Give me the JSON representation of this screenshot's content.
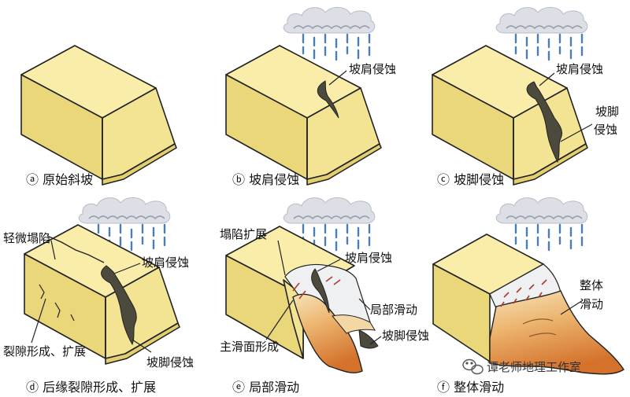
{
  "colors": {
    "rock_top": "#f9eda9",
    "rock_front": "#e9d77a",
    "rock_side": "#f3e493",
    "outline": "#222222",
    "rain": "#4a7fb6",
    "cloud": "#d9dde4",
    "erosion": "#4b4a3c",
    "slide_light": "#f3d7a4",
    "slide_dark": "#d98238"
  },
  "panels": [
    {
      "id": "a",
      "caption": "ⓐ 原始斜坡",
      "labels": []
    },
    {
      "id": "b",
      "caption": "ⓑ 坡肩侵蚀",
      "labels": [
        "坡肩侵蚀"
      ]
    },
    {
      "id": "c",
      "caption": "ⓒ 坡脚侵蚀",
      "labels": [
        "坡肩侵蚀",
        "坡脚",
        "侵蚀"
      ]
    },
    {
      "id": "d",
      "caption": "ⓓ 后缘裂隙形成、扩展",
      "labels": [
        "轻微塌陷",
        "坡肩侵蚀",
        "裂隙形成、扩展",
        "坡脚侵蚀"
      ]
    },
    {
      "id": "e",
      "caption": "ⓔ 局部滑动",
      "labels": [
        "塌陷扩展",
        "坡肩侵蚀",
        "局部滑动",
        "主滑面形成",
        "坡脚侵蚀"
      ]
    },
    {
      "id": "f",
      "caption": "ⓕ 整体滑动",
      "labels": [
        "整体",
        "滑动"
      ]
    }
  ],
  "watermark": {
    "icon": "wechat-icon",
    "text": "谭老师地理工作室"
  }
}
